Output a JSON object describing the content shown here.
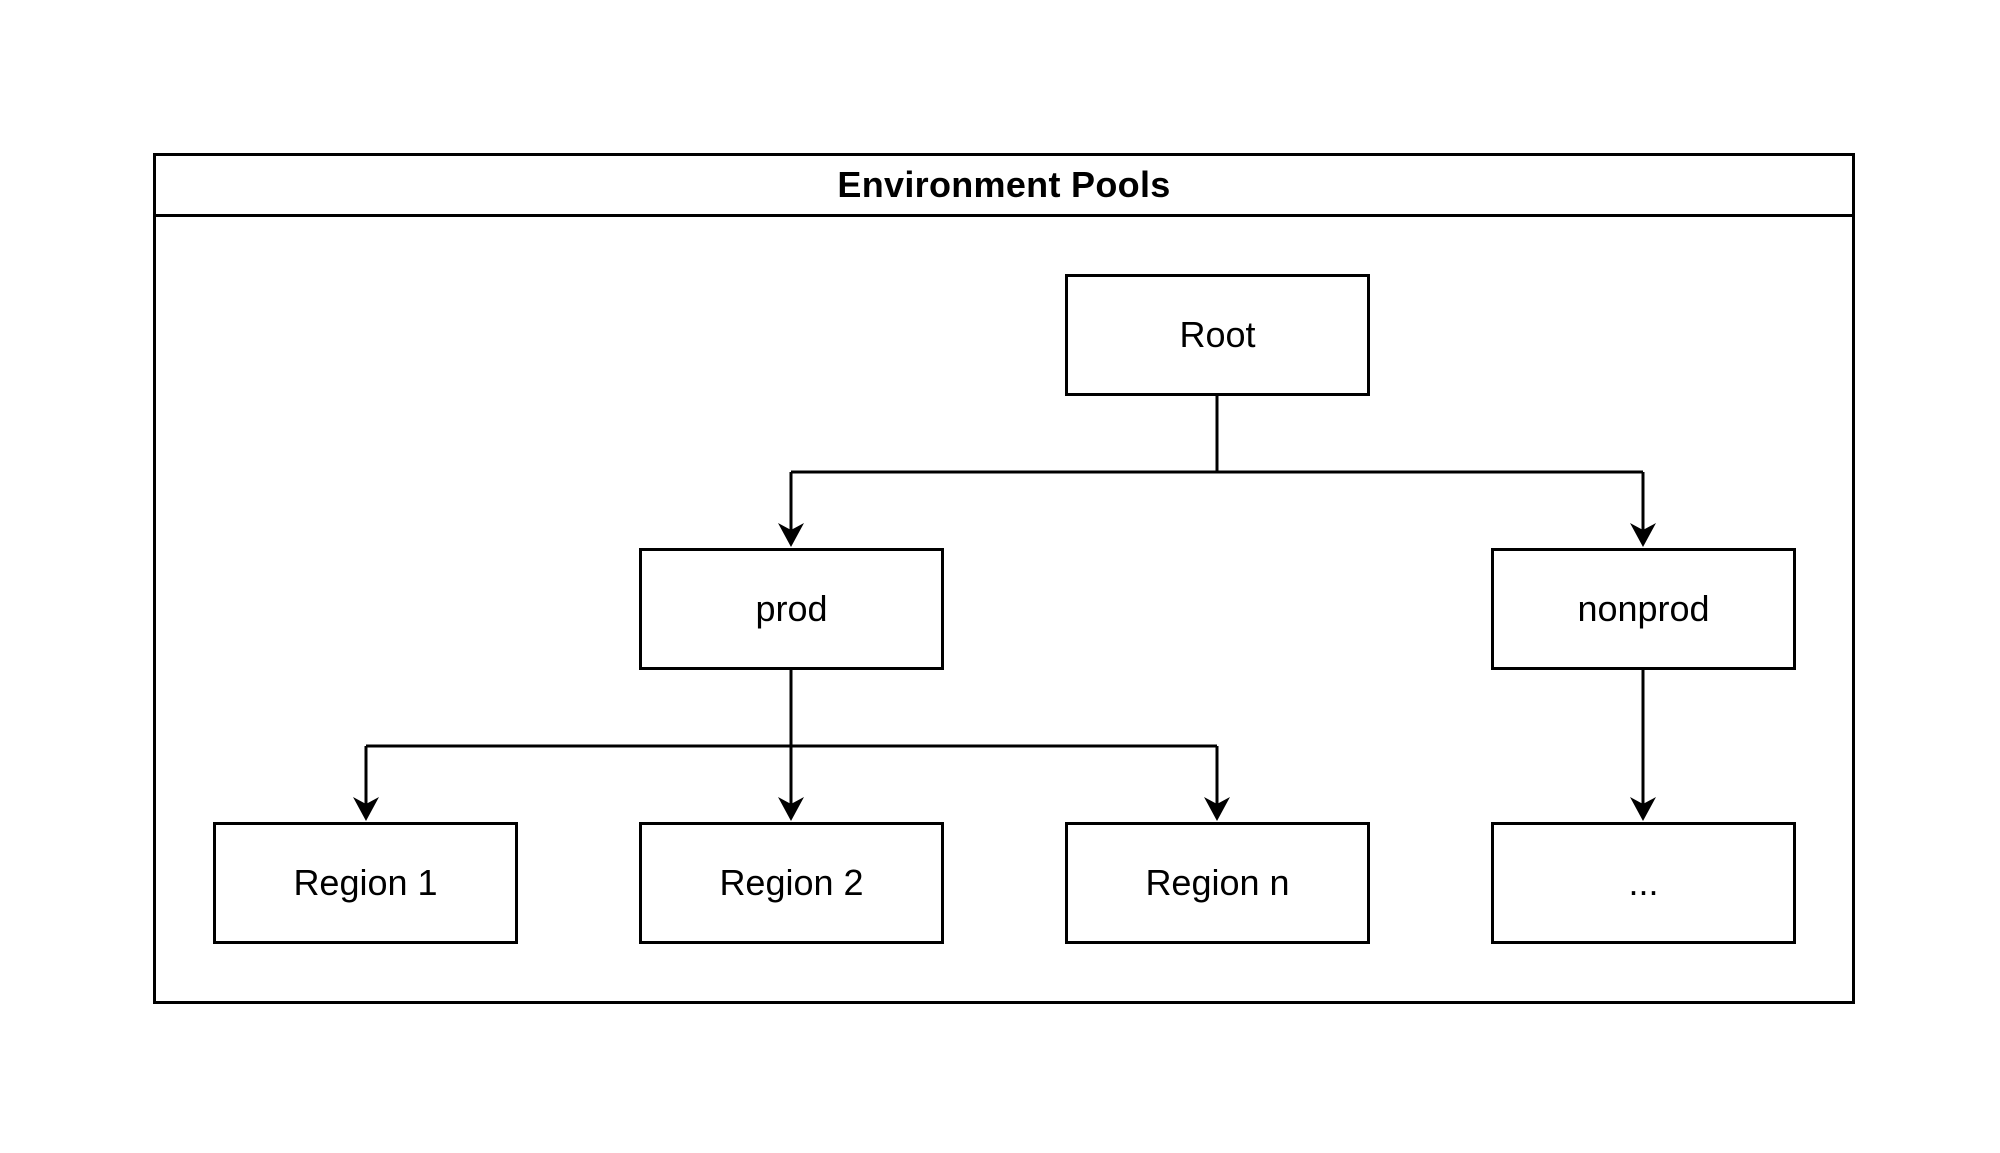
{
  "diagram": {
    "title": "Environment Pools",
    "nodes": {
      "root": "Root",
      "prod": "prod",
      "nonprod": "nonprod",
      "region1": "Region 1",
      "region2": "Region 2",
      "regionn": "Region n",
      "ellipsis": "..."
    },
    "edges": [
      {
        "from": "root",
        "to": "prod"
      },
      {
        "from": "root",
        "to": "nonprod"
      },
      {
        "from": "prod",
        "to": "region1"
      },
      {
        "from": "prod",
        "to": "region2"
      },
      {
        "from": "prod",
        "to": "regionn"
      },
      {
        "from": "nonprod",
        "to": "ellipsis"
      }
    ]
  }
}
